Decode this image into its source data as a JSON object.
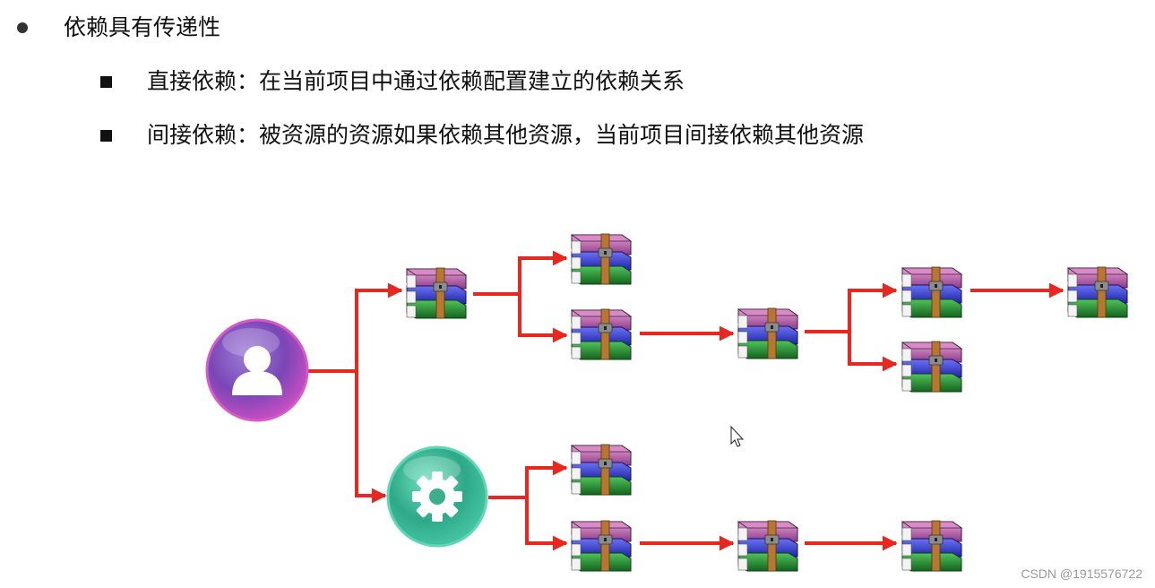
{
  "slide": {
    "main_bullet": "依赖具有传递性",
    "sub_bullets": [
      "直接依赖：在当前项目中通过依赖配置建立的依赖关系",
      "间接依赖：被资源的资源如果依赖其他资源，当前项目间接依赖其他资源"
    ]
  },
  "diagram": {
    "arrow_color": "#e8271e",
    "user_node_icon": "user-icon",
    "project_node_icon": "gear-icon",
    "resource_icon": "winrar-archive-icon",
    "colors": {
      "user_node": "#b93fb8",
      "project_node": "#3fa98f",
      "archive_purple": "#a64b9f",
      "archive_blue": "#2f36c9",
      "archive_green": "#1f7d2e",
      "archive_strap": "#b8772e"
    }
  },
  "watermark": "CSDN @1915576722"
}
